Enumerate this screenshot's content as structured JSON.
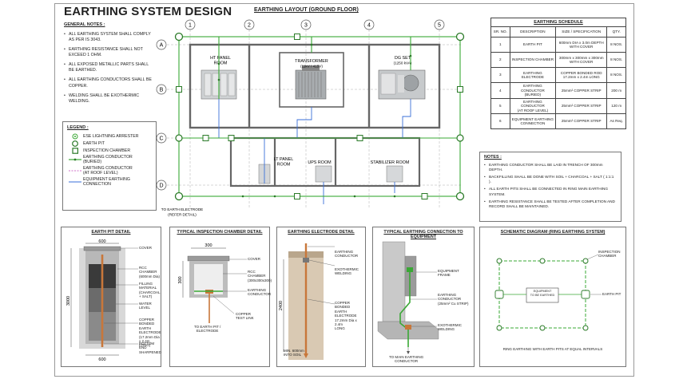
{
  "title": "EARTHING SYSTEM DESIGN",
  "layout_title": "EARTHING LAYOUT (GROUND FLOOR)",
  "grid": {
    "cols": [
      "1",
      "2",
      "3",
      "4",
      "5"
    ],
    "rows": [
      "A",
      "B",
      "C",
      "D"
    ]
  },
  "rooms": {
    "ht_panel": "HT PANEL\nROOM",
    "transformer": "TRANSFORMER",
    "transformer_rating": "(11kV / 415V)",
    "dg_set": "DG SET",
    "dg_rating": "(1250 kVA)",
    "lt_panel": "LT PANEL\nROOM",
    "ups": "UPS ROOM",
    "stabilizer": "STABILIZER ROOM"
  },
  "to_electrode": "TO EARTH ELECTRODE\n(REFER DETAIL)",
  "general_notes": {
    "heading": "GENERAL NOTES :",
    "items": [
      "ALL EARTHING SYSTEM SHALL COMPLY AS PER IS 3043.",
      "EARTHING RESISTANCE SHALL NOT EXCEED 1 OHM.",
      "ALL EXPOSED METALLIC PARTS SHALL BE EARTHED.",
      "ALL EARTHING CONDUCTORS SHALL BE COPPER.",
      "WELDING SHALL BE EXOTHERMIC WELDING."
    ]
  },
  "legend": {
    "heading": "LEGEND :",
    "items": [
      {
        "icon": "ese-arrester-icon",
        "label": "ESE LIGHTNING ARRESTER"
      },
      {
        "icon": "earth-pit-icon",
        "label": "EARTH PIT"
      },
      {
        "icon": "inspection-chamber-icon",
        "label": "INSPECTION CHAMBER"
      },
      {
        "icon": "buried-conductor-icon",
        "label": "EARTHING CONDUCTOR\n(BURIED)"
      },
      {
        "icon": "roof-conductor-icon",
        "label": "EARTHING CONDUCTOR\n(AT ROOF LEVEL)"
      },
      {
        "icon": "equipment-earthing-icon",
        "label": "EQUIPMENT EARTHING\nCONNECTION"
      }
    ]
  },
  "schedule": {
    "heading": "EARTHING SCHEDULE",
    "columns": [
      "SR. NO.",
      "DESCRIPTION",
      "SIZE / SPECIFICATION",
      "QTY."
    ],
    "rows": [
      [
        "1",
        "EARTH PIT",
        "600mm DIA x 3.0m DEPTH\nWITH COVER",
        "8 NOS."
      ],
      [
        "2",
        "INSPECTION CHAMBER",
        "300mm x 300mm x 300mm\nWITH COVER",
        "8 NOS."
      ],
      [
        "3",
        "EARTHING ELECTRODE",
        "COPPER BONDED ROD\n17.2mm x 2.4m LONG",
        "8 NOS."
      ],
      [
        "4",
        "EARTHING CONDUCTOR\n(BURIED)",
        "25mm² COPPER STRIP",
        "200 m"
      ],
      [
        "5",
        "EARTHING CONDUCTOR\n(AT ROOF LEVEL)",
        "25mm² COPPER STRIP",
        "120 m"
      ],
      [
        "6",
        "EQUIPMENT EARTHING\nCONNECTION",
        "25mm² COPPER STRIP",
        "As Req."
      ]
    ]
  },
  "notes2": {
    "heading": "NOTES :",
    "items": [
      "EARTHING CONDUCTOR SHALL BE LAID IN TRENCH OF 300mm DEPTH.",
      "BACKFILLING SHALL BE DONE WITH SOIL + CHARCOAL + SALT ( 1:1:1 ).",
      "ALL EARTH PITS SHALL BE CONNECTED IN RING MAIN EARTHING SYSTEM.",
      "EARTHING RESISTANCE SHALL BE TESTED AFTER COMPLETION AND RECORD SHALL BE MAINTAINED."
    ]
  },
  "details": {
    "pit": {
      "title": "EARTH PIT DETAIL",
      "dim_top": "600",
      "dim_bottom": "600",
      "dim_depth": "3000",
      "labels": [
        "COVER",
        "RCC CHAMBER\n(600mm Dia)",
        "FILLING MATERIAL\n(CHARCOAL + SALT)",
        "WATER LEVEL",
        "COPPER BONDED\nEARTH ELECTRODE\n(17.2mm Dia x 2.4m LONG)",
        "BOTTOM END\nSHARPENED"
      ]
    },
    "chamber": {
      "title": "TYPICAL INSPECTION CHAMBER DETAIL",
      "dim_top": "300",
      "dim_side": "300",
      "labels": [
        "COVER",
        "RCC CHAMBER\n(300x300x300)",
        "EARTHING\nCONDUCTOR",
        "COPPER\nTEST LINK",
        "TO EARTH PIT /\nELECTRODE"
      ]
    },
    "electrode": {
      "title": "EARTHING ELECTRODE DETAIL",
      "dim": "2400",
      "labels": [
        "EARTHING\nCONDUCTOR",
        "EXOTHERMIC\nWELDING",
        "COPPER BONDED\nEARTH ELECTRODE\n17.2mm Dia x 2.4m\nLONG",
        "MIN. 600mm\nINTO SOIL"
      ]
    },
    "equipment": {
      "title": "TYPICAL EARTHING CONNECTION TO EQUIPMENT",
      "labels": [
        "EQUIPMENT\nFRAME",
        "EARTHING\nCONDUCTOR\n(25mm² Cu STRIP)",
        "EXOTHERMIC\nWELDING",
        "TO MAIN EARTHING\nCONDUCTOR"
      ]
    },
    "schematic": {
      "title": "SCHEMATIC DIAGRAM (RING EARTHING SYSTEM)",
      "chamber_label": "INSPECTION\nCHAMBER",
      "pit_label": "EARTH PIT",
      "equipment_label": "EQUIPMENT\nTO BE EARTHED",
      "caption": "RING EARTHING WITH EARTH PITS AT EQUAL INTERVALS"
    }
  },
  "colors": {
    "ring": "#3aa835",
    "equipment": "#3a6fd8",
    "roof": "#d070c8",
    "wall": "#666666",
    "copper": "#c8773a"
  }
}
